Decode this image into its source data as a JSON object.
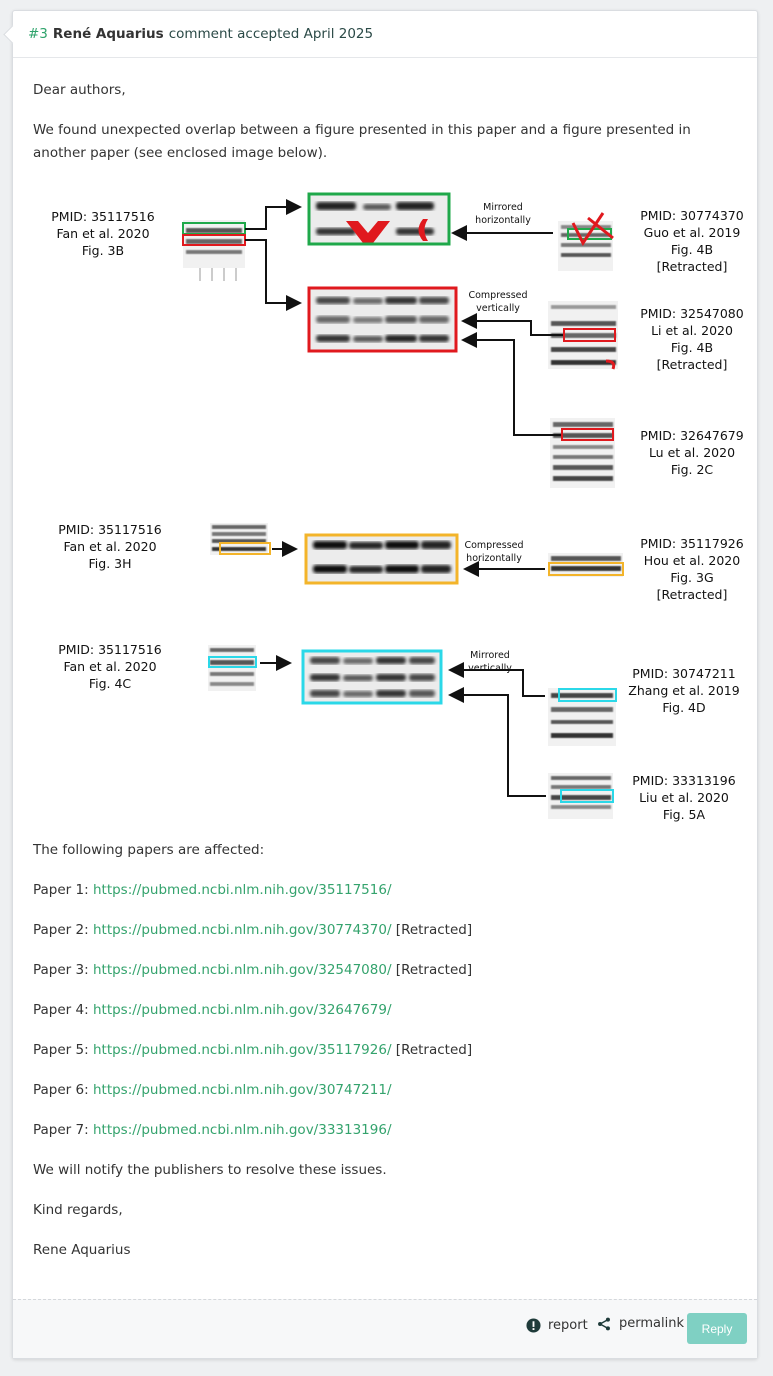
{
  "comment": {
    "number": "#3",
    "author": "René Aquarius",
    "status": "comment accepted April 2025"
  },
  "body": {
    "greeting": "Dear authors,",
    "intro": "We found unexpected overlap between a figure presented in this paper and a figure presented in another paper (see enclosed image below).",
    "affected_heading": "The following papers are affected:",
    "papers": [
      {
        "label": "Paper 1:",
        "url": "https://pubmed.ncbi.nlm.nih.gov/35117516/",
        "note": ""
      },
      {
        "label": "Paper 2:",
        "url": "https://pubmed.ncbi.nlm.nih.gov/30774370/",
        "note": "[Retracted]"
      },
      {
        "label": "Paper 3:",
        "url": "https://pubmed.ncbi.nlm.nih.gov/32547080/",
        "note": "[Retracted]"
      },
      {
        "label": "Paper 4:",
        "url": "https://pubmed.ncbi.nlm.nih.gov/32647679/",
        "note": ""
      },
      {
        "label": "Paper 5:",
        "url": "https://pubmed.ncbi.nlm.nih.gov/35117926/",
        "note": "[Retracted]"
      },
      {
        "label": "Paper 6:",
        "url": "https://pubmed.ncbi.nlm.nih.gov/30747211/",
        "note": ""
      },
      {
        "label": "Paper 7:",
        "url": "https://pubmed.ncbi.nlm.nih.gov/33313196/",
        "note": ""
      }
    ],
    "notify": "We will notify the publishers to resolve these issues.",
    "closing": "Kind regards,",
    "signature": "Rene Aquarius"
  },
  "figure": {
    "labels": {
      "a1": [
        "PMID: 35117516",
        "Fan et al. 2020",
        "Fig. 3B"
      ],
      "b1": [
        "PMID: 30774370",
        "Guo et al. 2019",
        "Fig. 4B",
        "[Retracted]"
      ],
      "b2": [
        "PMID: 32547080",
        "Li et al. 2020",
        "Fig. 4B",
        "[Retracted]"
      ],
      "b3": [
        "PMID: 32647679",
        "Lu et al. 2020",
        "Fig. 2C"
      ],
      "a2": [
        "PMID: 35117516",
        "Fan et al. 2020",
        "Fig. 3H"
      ],
      "b4": [
        "PMID: 35117926",
        "Hou et al. 2020",
        "Fig. 3G",
        "[Retracted]"
      ],
      "a3": [
        "PMID: 35117516",
        "Fan et al. 2020",
        "Fig. 4C"
      ],
      "b5": [
        "PMID: 30747211",
        "Zhang et al. 2019",
        "Fig. 4D"
      ],
      "b6": [
        "PMID: 33313196",
        "Liu et al. 2020",
        "Fig. 5A"
      ]
    },
    "captions": {
      "mirrored_h": [
        "Mirrored",
        "horizontally"
      ],
      "compressed_v": [
        "Compressed",
        "vertically"
      ],
      "compressed_h": [
        "Compressed",
        "horizontally"
      ],
      "mirrored_v": [
        "Mirrored",
        "vertically"
      ]
    },
    "colors": {
      "green": "#1fa84a",
      "red": "#e0191e",
      "orange": "#f3b42a",
      "cyan": "#2bd8e8"
    }
  },
  "footer": {
    "report": "report",
    "permalink": "permalink",
    "reply": "Reply",
    "report_icon": "exclamation-circle-icon",
    "permalink_icon": "share-icon"
  }
}
